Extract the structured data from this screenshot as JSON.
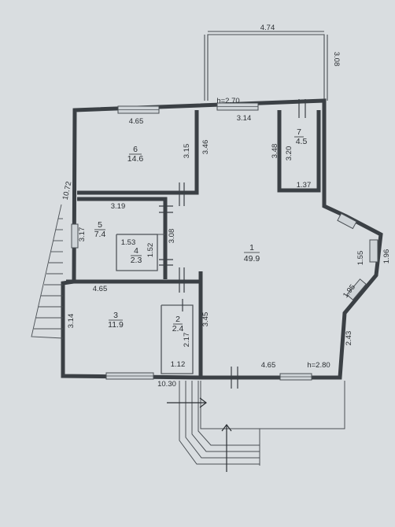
{
  "rooms": [
    {
      "id": "1",
      "area": "49.9"
    },
    {
      "id": "2",
      "area": "2.4"
    },
    {
      "id": "3",
      "area": "11.9"
    },
    {
      "id": "4",
      "area": "2.3"
    },
    {
      "id": "5",
      "area": "7.4"
    },
    {
      "id": "6",
      "area": "14.6"
    },
    {
      "id": "7",
      "area": "4.5"
    }
  ],
  "dimensions": {
    "terrace_width": "4.74",
    "terrace_depth": "3.08",
    "height_top": "h=2.70",
    "height_bottom": "h=2.80",
    "r6_width": "4.65",
    "r6_depth": "3.15",
    "hall_top": "3.14",
    "hall_left": "3.46",
    "r7_depth": "3.48",
    "r7_inner": "3.20",
    "r7_width": "1.37",
    "r5_width": "3.19",
    "r5_depth": "3.17",
    "r4_width": "1.53",
    "r4_depth": "1.52",
    "wall_308": "3.08",
    "r3_width": "4.65",
    "r3_depth": "3.14",
    "r2_depth": "2.17",
    "r2_width": "1.12",
    "hall_lower": "3.45",
    "hall_bottom": "4.65",
    "bay_1": "1.55",
    "bay_2": "1.96",
    "bay_3": "1.95",
    "bay_right": "2.43",
    "overall_width": "10.30",
    "overall_depth": "10.72"
  }
}
